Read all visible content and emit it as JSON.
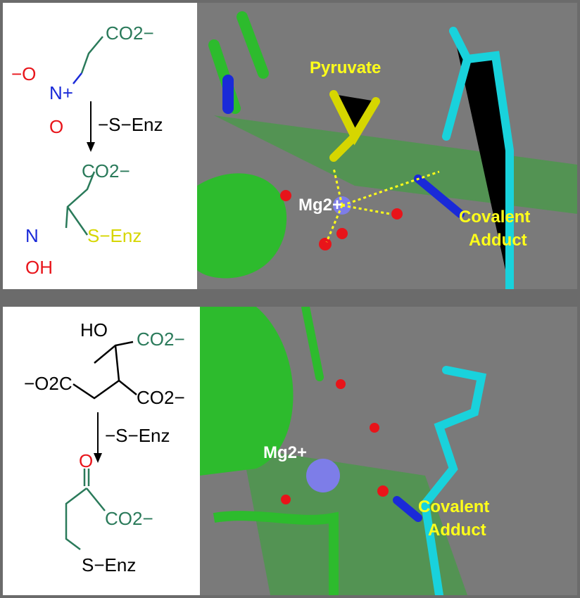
{
  "top_panel": {
    "scheme": {
      "carboxylate_1": "CO2−",
      "nitro_o_minus": "−O",
      "nitro_n_plus": "N+",
      "nitro_o": "O",
      "thiolate": "−S−Enz",
      "carboxylate_2": "CO2−",
      "oxime_n": "N",
      "oxime_oh": "OH",
      "thioether": "S−Enz"
    },
    "structure_labels": {
      "pyruvate": "Pyruvate",
      "mg": "Mg2+",
      "adduct_line1": "Covalent",
      "adduct_line2": "Adduct"
    }
  },
  "bottom_panel": {
    "scheme": {
      "hydroxyl": "HO",
      "carboxylate_1": "CO2−",
      "carboxylate_left": "−O2C",
      "carboxylate_2": "CO2−",
      "thiolate": "−S−Enz",
      "keto_o": "O",
      "carboxylate_3": "CO2−",
      "thioether": "S−Enz"
    },
    "structure_labels": {
      "mg": "Mg2+",
      "adduct_line1": "Covalent",
      "adduct_line2": "Adduct"
    }
  },
  "colors": {
    "carbon_chain": "#2a7a5a",
    "oxygen": "#e8141a",
    "nitrogen": "#1a2ad8",
    "sulfur": "#d6d600",
    "label": "#ffff1a",
    "render_bg": "#7a7a7a"
  }
}
